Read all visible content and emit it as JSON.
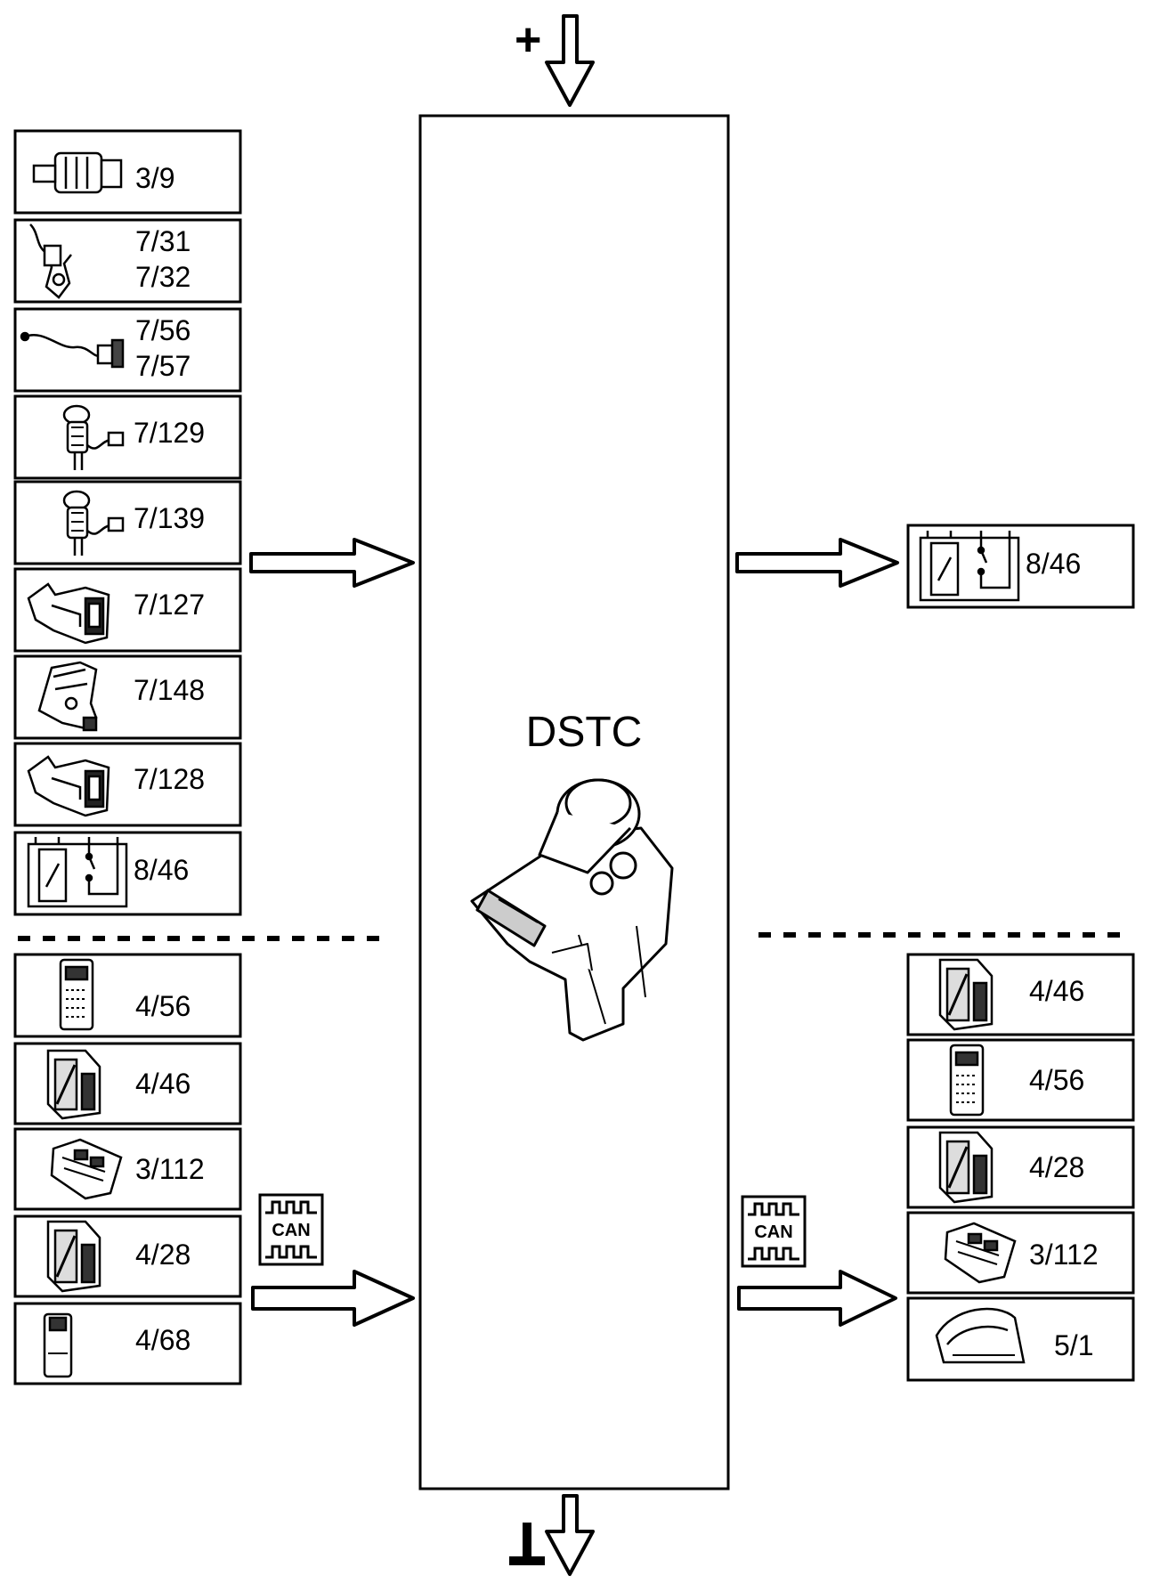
{
  "central_unit": {
    "label": "DSTC"
  },
  "power": {
    "plus_symbol": "+",
    "ground_symbol": "⊥"
  },
  "can_bus": {
    "label": "CAN"
  },
  "inputs_top": [
    {
      "code": "3/9",
      "icon": "sensor-unit-icon"
    },
    {
      "code": "7/31",
      "code2": "7/32",
      "icon": "wheel-speed-sensor-icon"
    },
    {
      "code": "7/56",
      "code2": "7/57",
      "icon": "wheel-speed-sensor-cable-icon"
    },
    {
      "code": "7/129",
      "icon": "pressure-sensor-icon"
    },
    {
      "code": "7/139",
      "icon": "pressure-sensor-icon"
    },
    {
      "code": "7/127",
      "icon": "yaw-sensor-icon"
    },
    {
      "code": "7/148",
      "icon": "bracket-sensor-icon"
    },
    {
      "code": "7/128",
      "icon": "yaw-sensor-icon"
    },
    {
      "code": "8/46",
      "icon": "relay-switch-icon"
    }
  ],
  "inputs_can": [
    {
      "code": "4/56",
      "icon": "control-module-icon"
    },
    {
      "code": "4/46",
      "icon": "control-module-icon"
    },
    {
      "code": "3/112",
      "icon": "switch-module-icon"
    },
    {
      "code": "4/28",
      "icon": "control-module-icon"
    },
    {
      "code": "4/68",
      "icon": "small-module-icon"
    }
  ],
  "outputs_top": [
    {
      "code": "8/46",
      "icon": "relay-switch-icon"
    }
  ],
  "outputs_can": [
    {
      "code": "4/46",
      "icon": "control-module-icon"
    },
    {
      "code": "4/56",
      "icon": "control-module-icon"
    },
    {
      "code": "4/28",
      "icon": "control-module-icon"
    },
    {
      "code": "3/112",
      "icon": "switch-module-icon"
    },
    {
      "code": "5/1",
      "icon": "instrument-cluster-icon"
    }
  ]
}
